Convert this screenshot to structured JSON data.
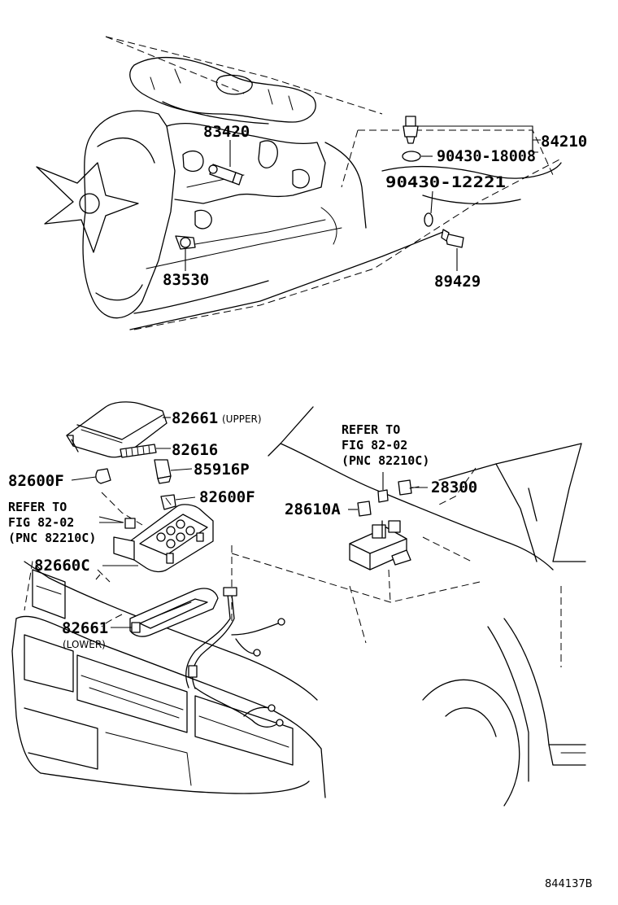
{
  "parts": {
    "p83420": "83420",
    "p84210": "84210",
    "p90430_18008": "90430-18008",
    "p90430_12221": "90430-12221",
    "p83530": "83530",
    "p89429": "89429",
    "p82661_upper": "82661",
    "upper_note": "(UPPER)",
    "p82616": "82616",
    "p82600F_left": "82600F",
    "p85916P": "85916P",
    "p82600F_right": "82600F",
    "p82660C": "82660C",
    "p82661_lower": "82661",
    "lower_note": "(LOWER)",
    "p28300": "28300",
    "p28610A": "28610A"
  },
  "refs": {
    "left": {
      "line1": "REFER TO",
      "line2": "FIG 82-02",
      "line3": "(PNC 82210C)"
    },
    "right": {
      "line1": "REFER TO",
      "line2": "FIG 82-02",
      "line3": "(PNC 82210C)"
    }
  },
  "diagram_code": "844137B"
}
